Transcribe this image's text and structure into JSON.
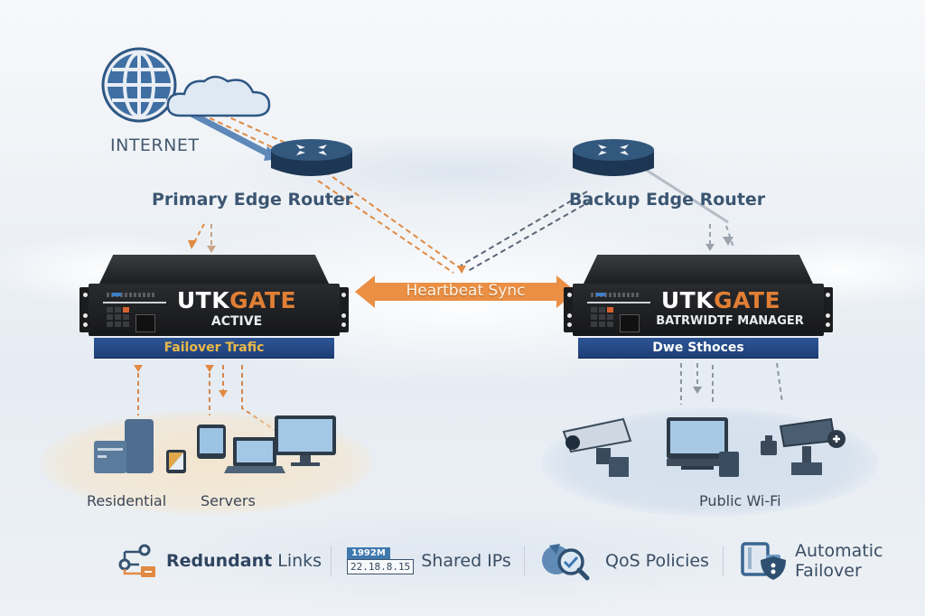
{
  "internet": {
    "label": "INTERNET",
    "icon": "globe-icon"
  },
  "routers": {
    "primary": {
      "label": "Primary Edge Router",
      "icon": "router-icon"
    },
    "backup": {
      "label": "Backup Edge Router",
      "icon": "router-icon"
    }
  },
  "appliances": {
    "left": {
      "brand_white": "UTK",
      "brand_orange": "GATE",
      "subtitle": "ACTIVE",
      "ribbon": "Failover Trafic"
    },
    "right": {
      "brand_white": "UTK",
      "brand_orange": "GATE",
      "subtitle": "BATRWIDTF MANAGER",
      "ribbon": "Dwe Sthoces"
    }
  },
  "heartbeat": {
    "label": "Heartbeat Sync"
  },
  "zones": {
    "left": {
      "labels": [
        "Residential",
        "Servers"
      ],
      "devices": [
        "server-tower",
        "tablet",
        "smartphone",
        "laptop",
        "desktop-monitor"
      ]
    },
    "right": {
      "labels": [
        "Public Wi-Fi"
      ],
      "devices": [
        "security-camera",
        "desktop-monitor",
        "small-device",
        "security-camera-plus"
      ]
    }
  },
  "features": [
    {
      "bold": "Redundant",
      "rest": " Links",
      "icon": "redundant-links-icon"
    },
    {
      "bold": "",
      "rest": "Shared IPs",
      "icon": "shared-ip-icon",
      "ip_top": "1992M",
      "ip_bottom": "22.18.8.15"
    },
    {
      "bold": "",
      "rest": "QoS Policies",
      "icon": "qos-magnifier-icon"
    },
    {
      "bold": "",
      "rest": "Automatic",
      "rest2": "Failover",
      "icon": "failover-shield-icon"
    }
  ],
  "colors": {
    "navy": "#1f3f77",
    "orange": "#e07f35",
    "router": "#1e3a58",
    "text": "#3a4f66"
  }
}
